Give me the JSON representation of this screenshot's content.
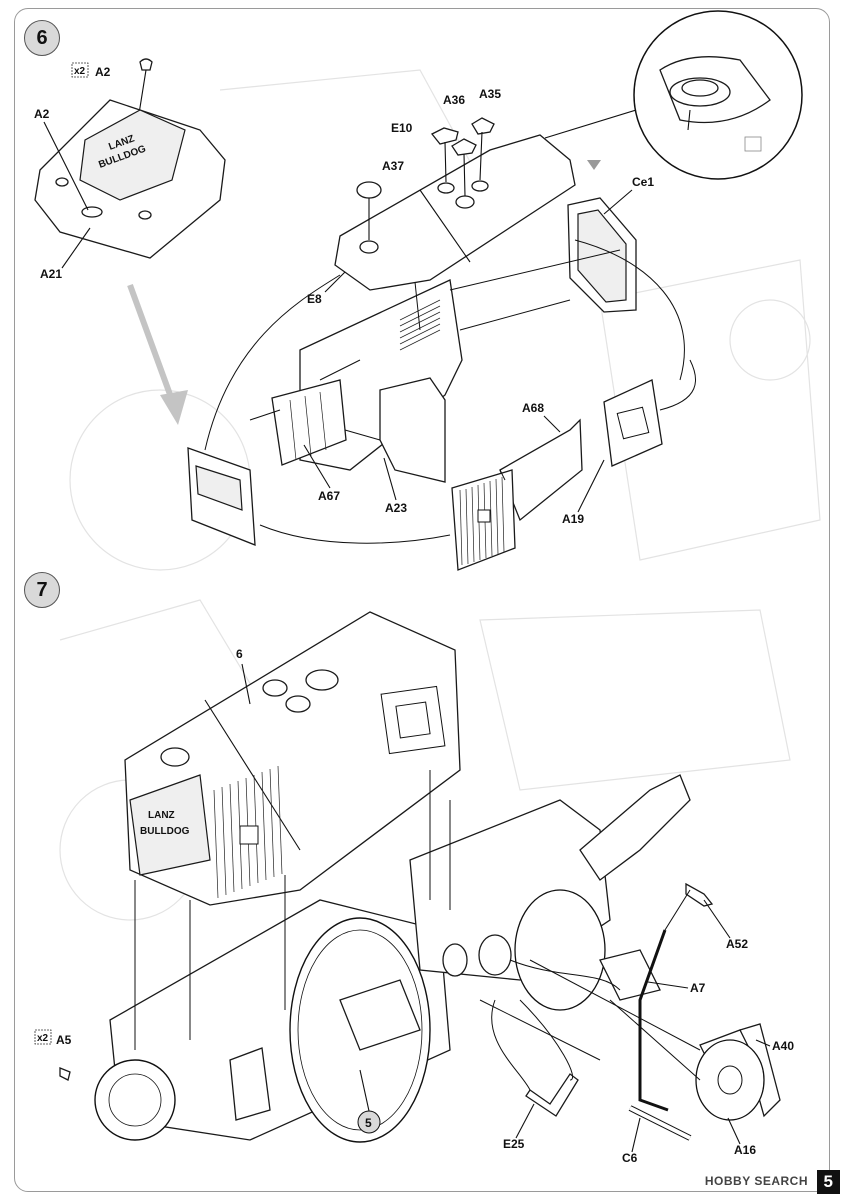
{
  "steps": [
    {
      "number": "6"
    },
    {
      "number": "7"
    }
  ],
  "labels": {
    "a2_top": "A2",
    "a2_left": "A2",
    "a21": "A21",
    "e10": "E10",
    "a36": "A36",
    "a35": "A35",
    "a37": "A37",
    "e8": "E8",
    "ce1": "Ce1",
    "a68": "A68",
    "a19": "A19",
    "a67": "A67",
    "a23": "A23",
    "ref6": "6",
    "ref5": "5",
    "a5": "A5",
    "a52": "A52",
    "a7": "A7",
    "a40": "A40",
    "a16": "A16",
    "e25": "E25",
    "c6": "C6"
  },
  "quantity_badges": [
    "x2",
    "x2"
  ],
  "emblem": {
    "line1": "LANZ",
    "line2": "BULLDOG"
  },
  "page_number": "5",
  "watermark": "HOBBY SEARCH"
}
